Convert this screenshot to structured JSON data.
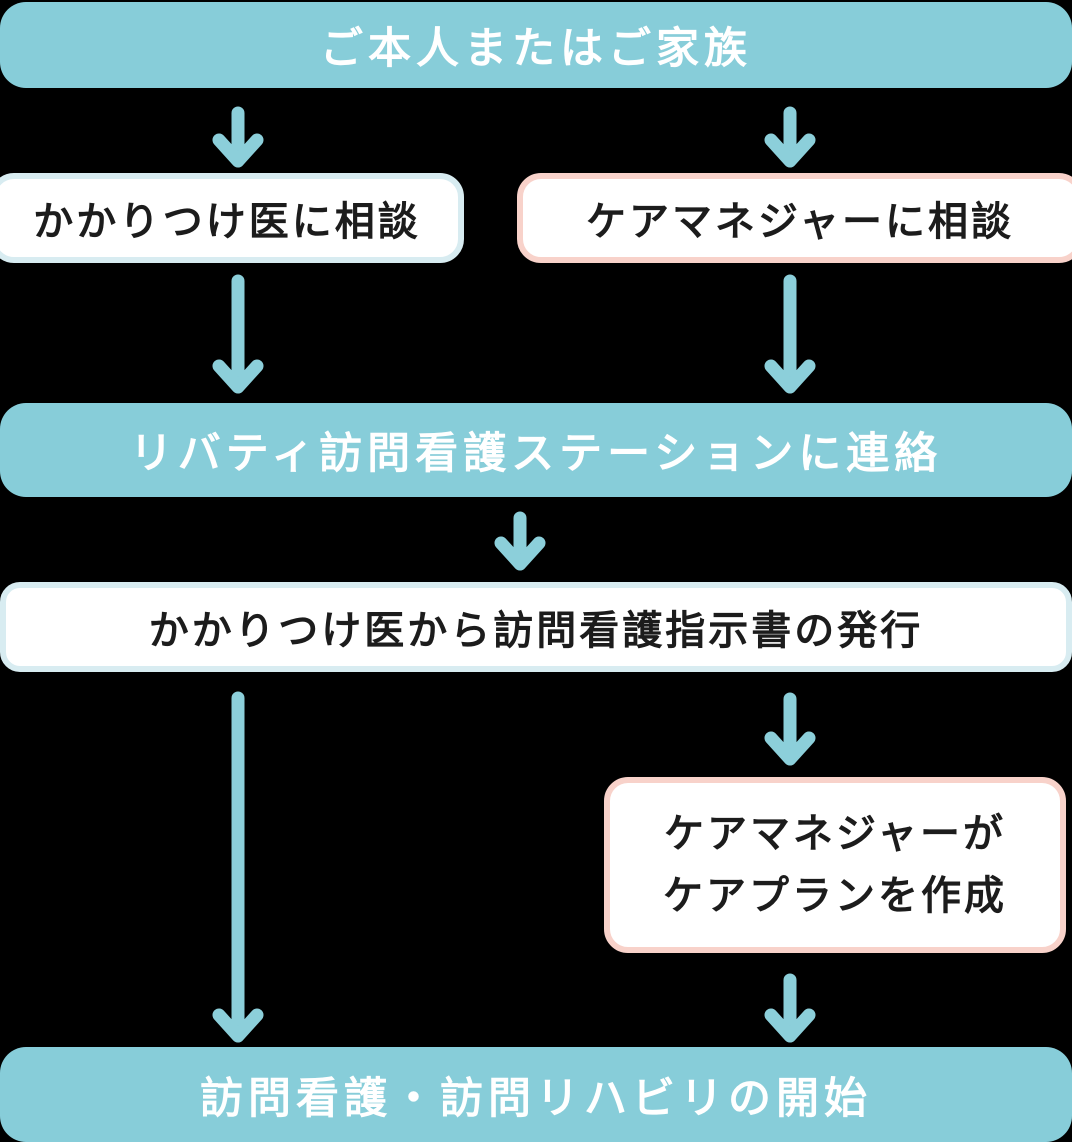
{
  "diagram": {
    "title": "home-visit nursing service start flow",
    "background_color": "#000000",
    "colors": {
      "banner_blue": "#87cdd9",
      "arrow_blue": "#8ccfda",
      "box_border_blue": "#d8ecf1",
      "box_border_pink": "#f8d2ca",
      "box_background": "#ffffff",
      "banner_text": "#ffffff",
      "box_text": "#1c1c1c"
    },
    "nodes": {
      "patient_family": {
        "label": "ご本人またはご家族"
      },
      "consult_doctor": {
        "label": "かかりつけ医に相談"
      },
      "consult_care_manager": {
        "label": "ケアマネジャーに相談"
      },
      "contact_station": {
        "label": "リバティ訪問看護ステーションに連絡"
      },
      "issue_instructions": {
        "label": "かかりつけ医から訪問看護指示書の発行"
      },
      "care_plan": {
        "label_line1": "ケアマネジャーが",
        "label_line2": "ケアプランを作成"
      },
      "service_start": {
        "label": "訪問看護・訪問リハビリの開始"
      }
    }
  }
}
